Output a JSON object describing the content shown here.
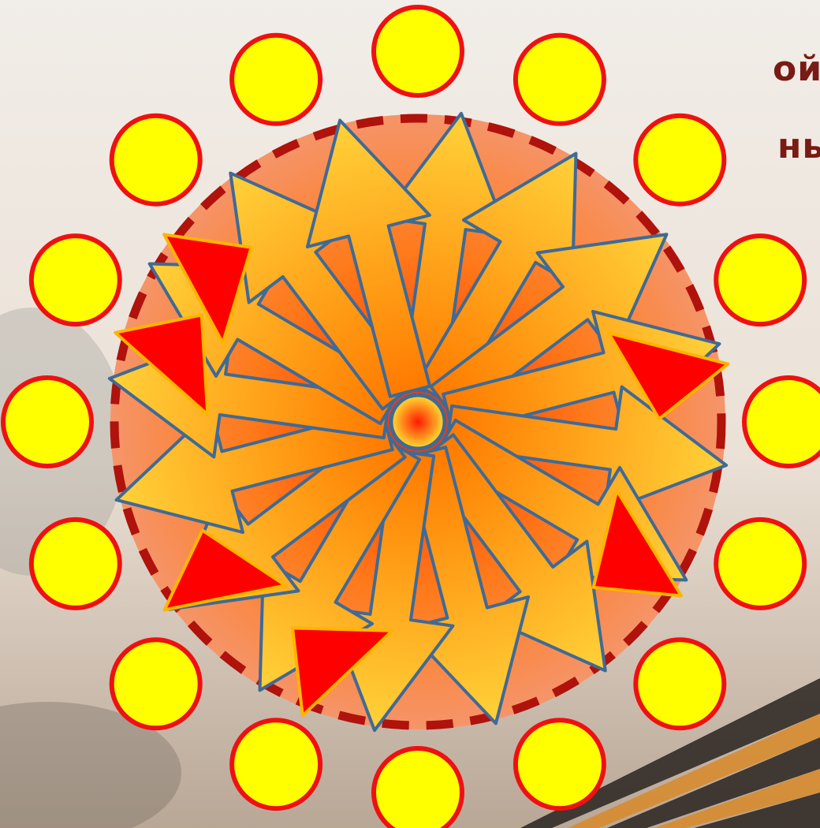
{
  "slide": {
    "title_fragment_line1": "ой",
    "title_fragment_line2": "ны"
  },
  "colors": {
    "disc_inner": "#ff2a00",
    "disc_outer": "#f5956a",
    "dashed_ring": "#b0120c",
    "arrow_fill_light": "#ffd23a",
    "arrow_fill_dark": "#ff7a00",
    "arrow_stroke": "#3f6a96",
    "accent_triangle": "#ff0000",
    "bead_fill": "#ffff00",
    "bead_stroke": "#ee1111",
    "title_text": "#7a1a14"
  },
  "decoration": {
    "bead_count": 16,
    "arrow_count": 16,
    "accent_triangle_count": 6
  }
}
